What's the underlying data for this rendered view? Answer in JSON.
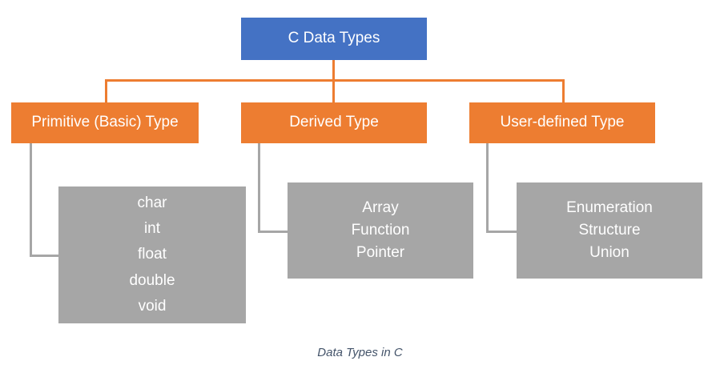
{
  "diagram": {
    "root": {
      "label": "C Data Types",
      "color": "#4472C4"
    },
    "categories": [
      {
        "label": "Primitive (Basic) Type",
        "color": "#ED7D31",
        "members_color": "#A6A6A6",
        "members": [
          "char",
          "int",
          "float",
          "double",
          "void"
        ]
      },
      {
        "label": "Derived Type",
        "color": "#ED7D31",
        "members_color": "#A6A6A6",
        "members": [
          "Array",
          "Function",
          "Pointer"
        ]
      },
      {
        "label": "User-defined Type",
        "color": "#ED7D31",
        "members_color": "#A6A6A6",
        "members": [
          "Enumeration",
          "Structure",
          "Union"
        ]
      }
    ],
    "connector_colors": {
      "root_to_categories": "#ED7D31",
      "category_to_members": "#A6A6A6"
    },
    "caption": "Data Types in C",
    "caption_color": "#44546A",
    "background": "#FFFFFF"
  }
}
